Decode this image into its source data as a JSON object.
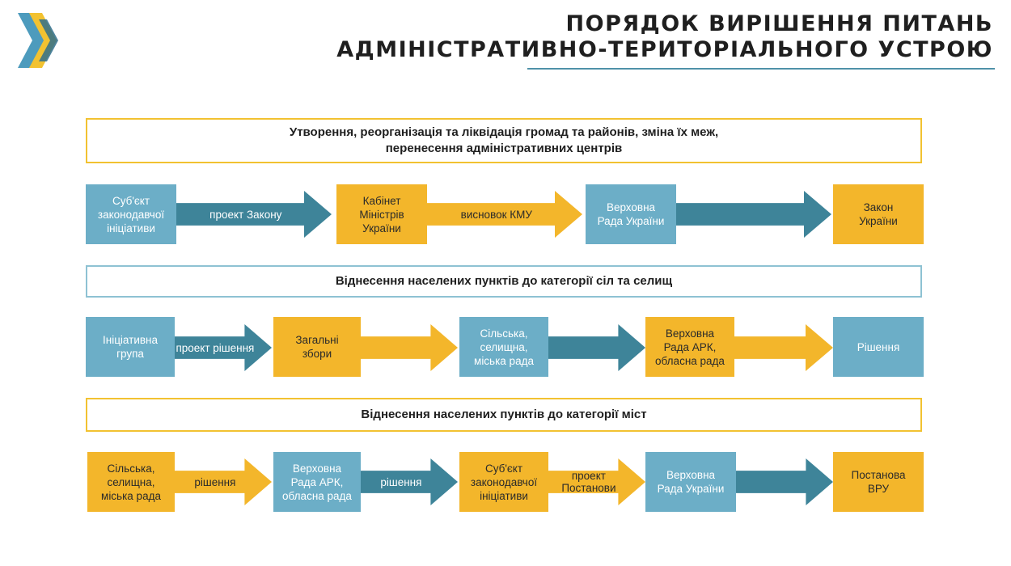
{
  "title": {
    "line1": "ПОРЯДОК ВИРІШЕННЯ ПИТАНЬ",
    "line2": "АДМІНІСТРАТИВНО-ТЕРИТОРІАЛЬНОГО УСТРОЮ"
  },
  "colors": {
    "blue_box": "#6caec7",
    "yellow_box": "#f3b62b",
    "teal_arrow": "#3e8499",
    "gold_arrow": "#f3b62b",
    "banner_yellow_border": "#f2c231",
    "banner_blue_border": "#8ec2d3"
  },
  "sections": [
    {
      "banner": {
        "line1": "Утворення, реорганізація та ліквідація громад та районів, зміна їх меж,",
        "line2": "перенесення адміністративних центрів"
      },
      "nodes": [
        "Суб'єкт\nзаконодавчої\nініціативи",
        "Кабінет\nМіністрів\nУкраїни",
        "Верховна\nРада України",
        "Закон\nУкраїни"
      ],
      "arrows": [
        "проект Закону",
        "висновок КМУ",
        ""
      ]
    },
    {
      "banner": {
        "line1": "Віднесення населених пунктів до категорії сіл та селищ",
        "line2": ""
      },
      "nodes": [
        "Ініціативна\nгрупа",
        "Загальні\nзбори",
        "Сільська,\nселищна,\nміська рада",
        "Верховна\nРада АРК,\nобласна рада",
        "Рішення"
      ],
      "arrows": [
        "проект рішення",
        "",
        "",
        ""
      ]
    },
    {
      "banner": {
        "line1": "Віднесення населених пунктів до категорії міст",
        "line2": ""
      },
      "nodes": [
        "Сільська,\nселищна,\nміська рада",
        "Верховна\nРада АРК,\nобласна рада",
        "Суб'єкт\nзаконодавчої\nініціативи",
        "Верховна\nРада України",
        "Постанова\nВРУ"
      ],
      "arrows": [
        "рішення",
        "рішення",
        "проект\nПостанови",
        ""
      ]
    }
  ]
}
